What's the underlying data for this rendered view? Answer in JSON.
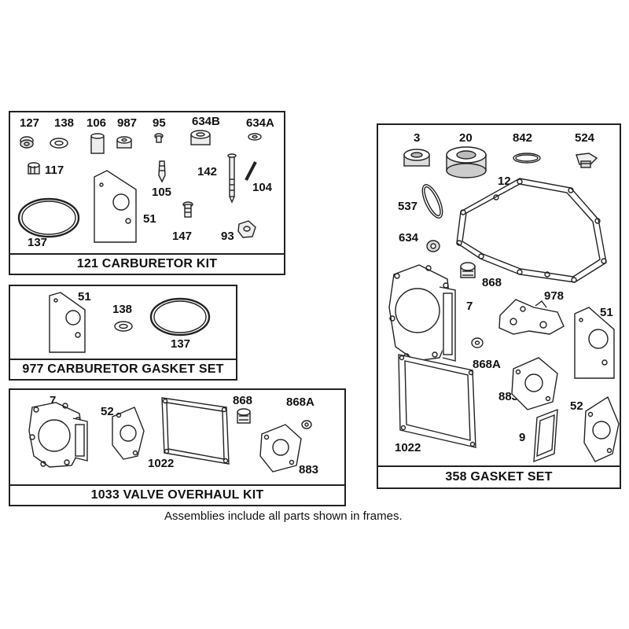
{
  "kits": {
    "carb": {
      "title": "121 CARBURETOR KIT",
      "labels": [
        "127",
        "138",
        "106",
        "987",
        "95",
        "634B",
        "634A",
        "117",
        "142",
        "104",
        "105",
        "51",
        "147",
        "93",
        "137"
      ]
    },
    "gasket_set_977": {
      "title": "977 CARBURETOR GASKET SET",
      "labels": [
        "51",
        "138",
        "137"
      ]
    },
    "valve": {
      "title": "1033 VALVE OVERHAUL KIT",
      "labels": [
        "7",
        "868",
        "868A",
        "52",
        "1022",
        "883"
      ]
    },
    "gasket_set_358": {
      "title": "358 GASKET SET",
      "labels": [
        "3",
        "20",
        "842",
        "524",
        "12",
        "537",
        "634",
        "868",
        "7",
        "978",
        "51",
        "868A",
        "883",
        "1022",
        "52",
        "9"
      ]
    }
  },
  "caption": "Assemblies include all parts shown in frames."
}
